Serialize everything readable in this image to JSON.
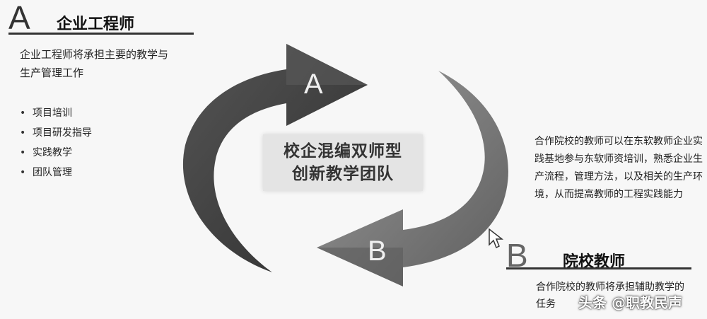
{
  "section_a": {
    "letter": "A",
    "title": "企业工程师",
    "description": "企业工程师将承担主要的教学与生产管理工作",
    "items": [
      "项目培训",
      "项目研发指导",
      "实践教学",
      "团队管理"
    ]
  },
  "center": {
    "line1": "校企混编双师型",
    "line2": "创新教学团队",
    "arrow_a_label": "A",
    "arrow_b_label": "B"
  },
  "section_b": {
    "letter": "B",
    "title": "院校教师",
    "description": "合作院校的教师可以在东软教师企业实践基地参与东软师资培训，熟悉企业生产流程，管理方法，以及相关的生产环境，从而提高教师的工程实践能力",
    "description2": "合作院校的教师将承担辅助教学的任务"
  },
  "watermark": "头条 @职教民声",
  "colors": {
    "arrow_a": "#3f3f3f",
    "arrow_b": "#7a7a7a",
    "background": "#f7f7f7"
  }
}
